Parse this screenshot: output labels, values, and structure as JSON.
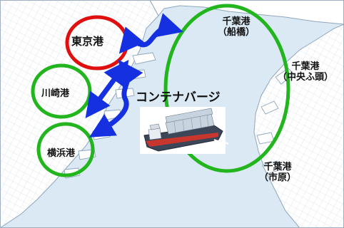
{
  "ports": {
    "tokyo": {
      "name": "東京港"
    },
    "kawasaki": {
      "name": "川崎港"
    },
    "yokohama": {
      "name": "横浜港"
    },
    "chiba_funabashi": {
      "name": "千葉港",
      "sub": "（船橋）"
    },
    "chiba_chuo": {
      "name": "千葉港",
      "sub": "（中央ふ頭）"
    },
    "chiba_ichihara": {
      "name": "千葉港",
      "sub": "（市原）"
    }
  },
  "barge_label": "コンテナバージ",
  "colors": {
    "sea": "#dbe9f4",
    "land": "#ffffff",
    "coast_line": "#8fa6bd",
    "tokyo_ring": "#e01010",
    "port_ring": "#22b51e",
    "route_arrow": "#1430e0"
  },
  "icons": [
    "container-barge-icon",
    "route-arrow-icon"
  ]
}
